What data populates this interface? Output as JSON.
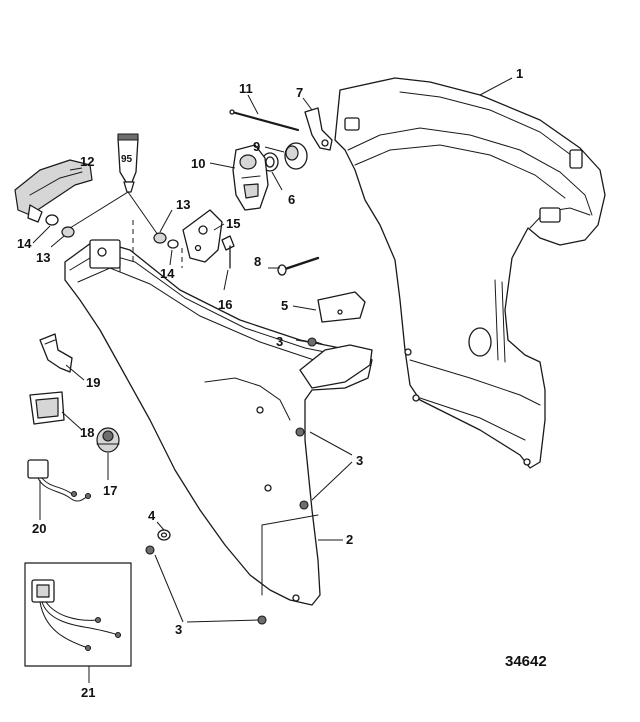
{
  "callouts": {
    "c1": "1",
    "c2": "2",
    "c3_top": "3",
    "c3_mid": "3",
    "c3_bottom": "3",
    "c4": "4",
    "c5": "5",
    "c6": "6",
    "c7": "7",
    "c8": "8",
    "c9": "9",
    "c10": "10",
    "c11": "11",
    "c12": "12",
    "c13_right": "13",
    "c13_left": "13",
    "c14_left": "14",
    "c14_right": "14",
    "c15": "15",
    "c16": "16",
    "c17": "17",
    "c18": "18",
    "c19": "19",
    "c20": "20",
    "c21": "21"
  },
  "sealant_tube_label": "95",
  "diagram_number": "34642"
}
